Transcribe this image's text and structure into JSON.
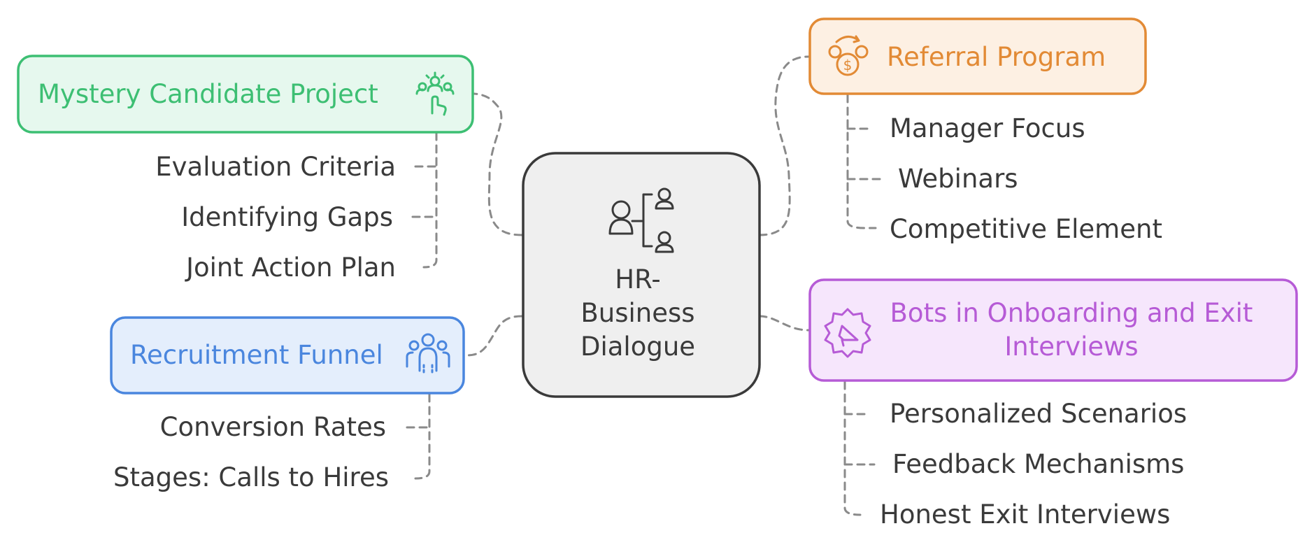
{
  "center": {
    "title_lines": [
      "HR-",
      "Business",
      "Dialogue"
    ]
  },
  "branches": {
    "mystery": {
      "title": "Mystery Candidate Project",
      "icon": "team-pointer-icon",
      "color": "#3dbf73",
      "items": [
        "Evaluation Criteria",
        "Identifying Gaps",
        "Joint Action Plan"
      ]
    },
    "funnel": {
      "title": "Recruitment Funnel",
      "icon": "group-people-icon",
      "color": "#4a86de",
      "items": [
        "Conversion Rates",
        "Stages: Calls to Hires"
      ]
    },
    "referral": {
      "title": "Referral Program",
      "icon": "money-exchange-icon",
      "color": "#e28a35",
      "items": [
        "Manager Focus",
        "Webinars",
        "Competitive Element"
      ]
    },
    "bots": {
      "title_lines": [
        "Bots in Onboarding and Exit",
        "Interviews"
      ],
      "icon": "megaphone-badge-icon",
      "color": "#b65bd6",
      "items": [
        "Personalized Scenarios",
        "Feedback Mechanisms",
        "Honest Exit Interviews"
      ]
    }
  }
}
